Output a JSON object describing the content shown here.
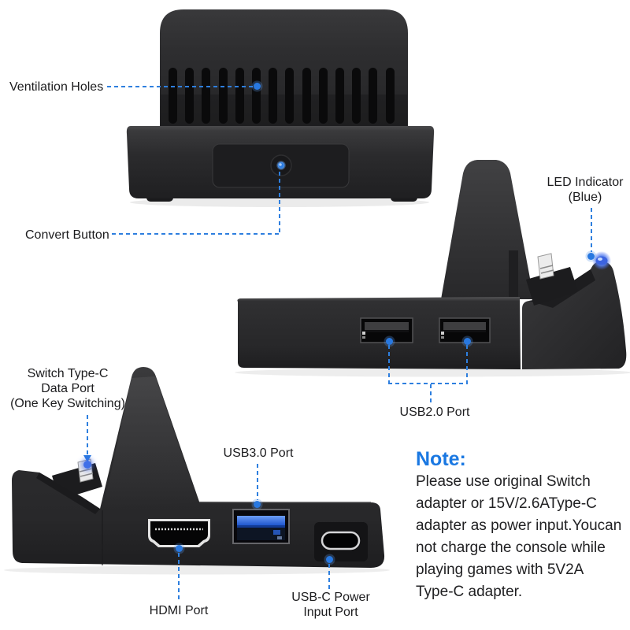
{
  "callouts": {
    "ventilation_holes": {
      "label": "Ventilation Holes"
    },
    "convert_button": {
      "label": "Convert Button"
    },
    "led_indicator": {
      "label_line1": "LED Indicator",
      "label_line2": "(Blue)"
    },
    "usb20_port": {
      "label": "USB2.0 Port"
    },
    "switch_type_c_data_port": {
      "label_line1": "Switch Type-C",
      "label_line2": "Data Port",
      "label_line3": "(One Key Switching)"
    },
    "usb30_port": {
      "label": "USB3.0 Port"
    },
    "hdmi_port": {
      "label": "HDMI Port"
    },
    "usbc_power_input_port": {
      "label_line1": "USB-C Power",
      "label_line2": "Input Port"
    }
  },
  "note": {
    "heading": "Note:",
    "lines": [
      "Please use original Switch",
      "adapter or 15V/2.6AType-C",
      "adapter as power input.Youcan",
      "not charge the console while",
      "playing games with 5V2A",
      "Type-C adapter."
    ]
  },
  "colors": {
    "callout_blue": "#2e7fdf",
    "note_heading_blue": "#1a78e2",
    "label_text": "#1c1c1e",
    "led_blue": "#3f6fe8",
    "usb3_tongue_blue": "#2f6fe0",
    "device_body": "#2a2a2c"
  }
}
